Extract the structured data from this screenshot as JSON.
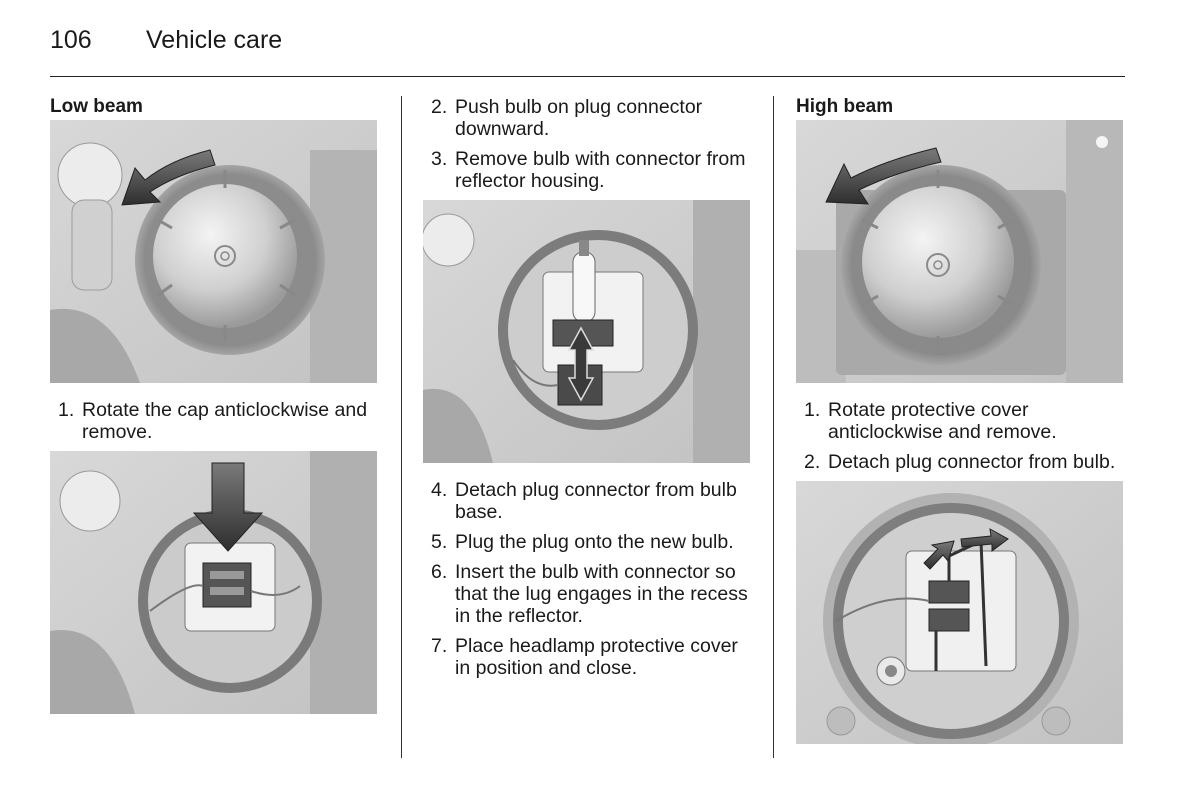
{
  "header": {
    "page_number": "106",
    "section_title": "Vehicle care"
  },
  "left_column": {
    "heading": "Low beam",
    "steps": [
      {
        "num": "1.",
        "text": "Rotate the cap anticlockwise and remove."
      }
    ]
  },
  "middle_column": {
    "steps_top": [
      {
        "num": "2.",
        "text": "Push bulb on plug connector downward."
      },
      {
        "num": "3.",
        "text": "Remove bulb with connector from reflector housing."
      }
    ],
    "steps_bottom": [
      {
        "num": "4.",
        "text": "Detach plug connector from bulb base."
      },
      {
        "num": "5.",
        "text": "Plug the plug onto the new bulb."
      },
      {
        "num": "6.",
        "text": "Insert the bulb with connector so that the lug engages in the recess in the reflector."
      },
      {
        "num": "7.",
        "text": "Place headlamp protective cover in position and close."
      }
    ]
  },
  "right_column": {
    "heading": "High beam",
    "steps": [
      {
        "num": "1.",
        "text": "Rotate protective cover anticlockwise and remove."
      },
      {
        "num": "2.",
        "text": "Detach plug connector from bulb."
      }
    ]
  }
}
